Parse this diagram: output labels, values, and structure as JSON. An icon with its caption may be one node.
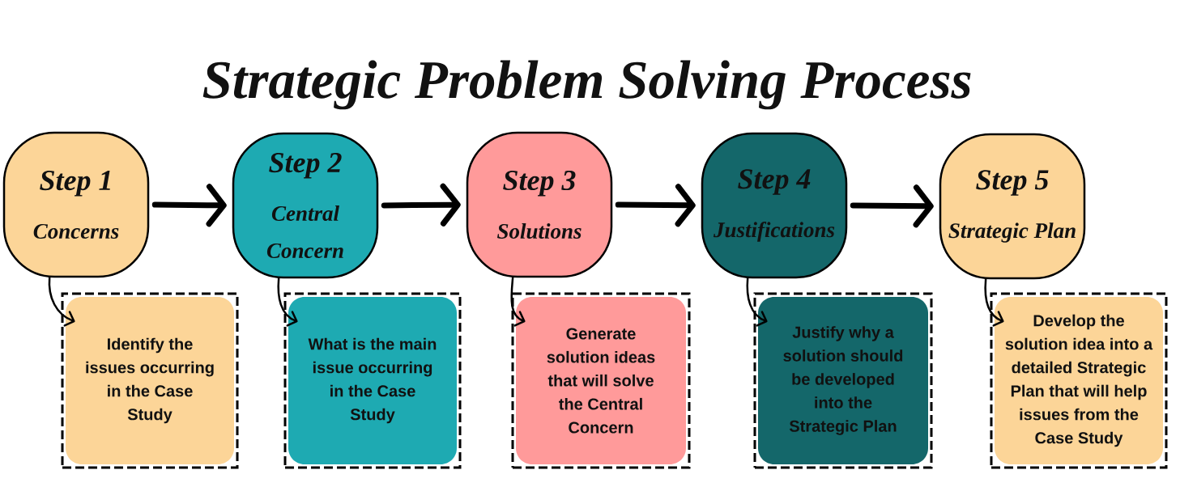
{
  "diagram": {
    "title": "Strategic Problem Solving Process",
    "nodes": [
      {
        "text": [
          "Step 1",
          "Concerns"
        ]
      },
      {
        "text": [
          "Step 2",
          "Central Concern"
        ]
      },
      {
        "text": [
          "Step 3",
          "Solutions"
        ]
      },
      {
        "text": [
          "Step 4",
          "Justifications"
        ]
      },
      {
        "text": [
          "Step 5",
          "Strategic Plan"
        ]
      },
      {
        "text": [
          "Identify the issues occurring in the Case Study"
        ]
      },
      {
        "text": [
          "What is the main issue occurring in the Case Study"
        ]
      },
      {
        "text": [
          "Generate solution ideas that will solve the Central Concern"
        ]
      },
      {
        "text": [
          "Justify why a solution should be developed into the Strategic Plan"
        ]
      },
      {
        "text": [
          "Develop the solution idea into a detailed Strategic Plan that will help issues from the Case Study"
        ]
      }
    ],
    "edges": [
      {
        "from": 0,
        "to": 1,
        "arrow": "to",
        "style": "thick"
      },
      {
        "from": 1,
        "to": 2,
        "arrow": "to",
        "style": "thick"
      },
      {
        "from": 2,
        "to": 3,
        "arrow": "to",
        "style": "thick"
      },
      {
        "from": 3,
        "to": 4,
        "arrow": "to",
        "style": "thick"
      },
      {
        "from": 0,
        "to": 5,
        "arrow": "to"
      },
      {
        "from": 1,
        "to": 6,
        "arrow": "to"
      },
      {
        "from": 2,
        "to": 7,
        "arrow": "to"
      },
      {
        "from": 3,
        "to": 8,
        "arrow": "to"
      },
      {
        "from": 4,
        "to": 9,
        "arrow": "to"
      }
    ]
  }
}
